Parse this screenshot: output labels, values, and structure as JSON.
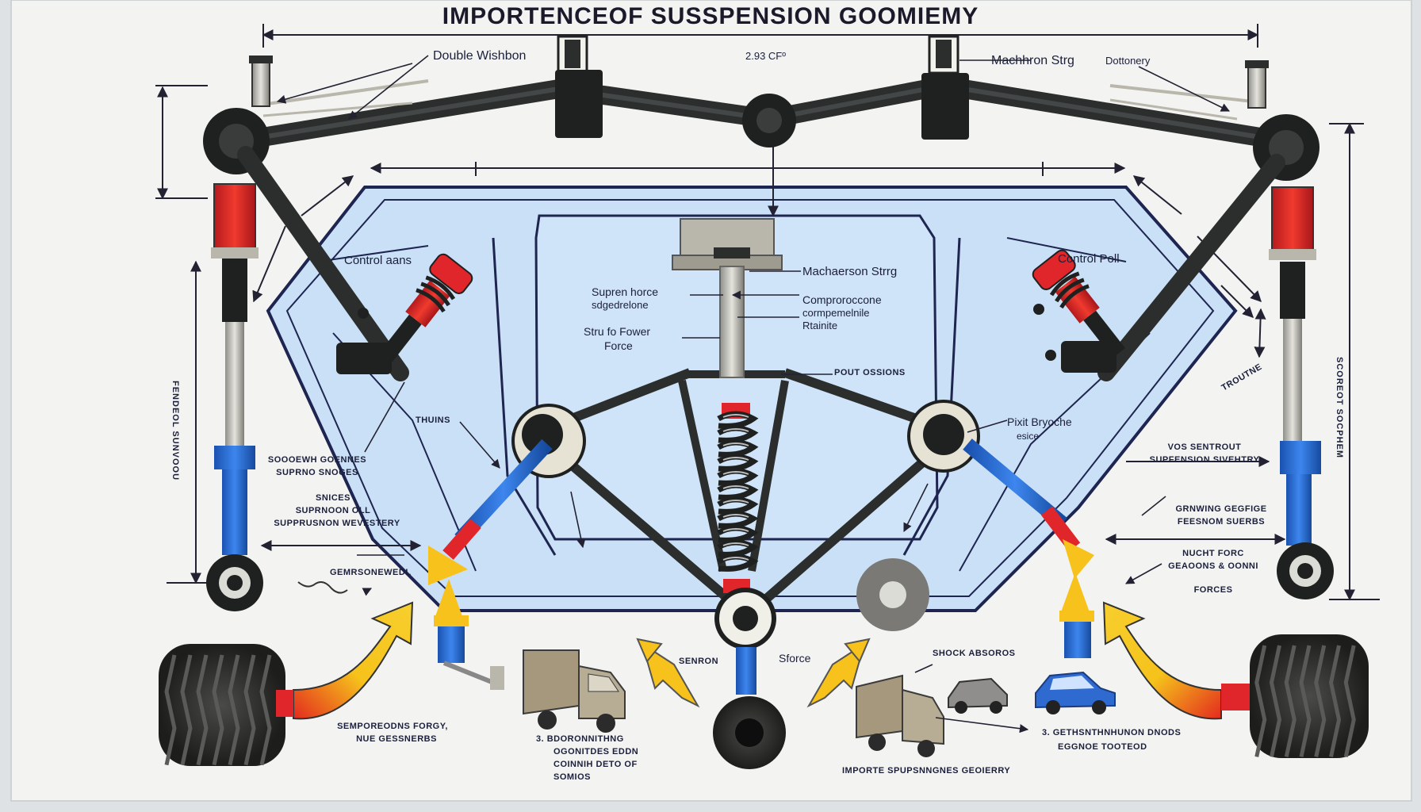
{
  "title": "IMPORTENCEOF  SUSSPENSION GOOMIEMY",
  "labels": {
    "double_wishbon": "Double Wishbon",
    "top_value": "2.93 CFº",
    "machhron_strg": "Machhron Strg",
    "dottonery": "Dottonery",
    "control_aans": "Control aans",
    "control_poll": "Control Poll",
    "machaerson_strrg": "Machaerson Strrg",
    "supren_horce": "Supren horce",
    "sdgedrelone": "sdgedrelone",
    "compropeone": "Comproroccone",
    "cormpemelnile": "cormpemelnile",
    "rtainite": "Rtainite",
    "stru_fo_fower": "Stru fo Fower",
    "force": "Force",
    "pout_ossions": "POUT OSSIONS",
    "thuins": "THUINS",
    "pixit_bryoche": "Pixit Bryoche",
    "esice": "esice",
    "soooewh_goennes": "SOOOEWH GOENNES",
    "suprno_snoges": "SUPRNO SNOGES",
    "snices": "SNICES",
    "suprnoon_oll": "SUPRNOON OLL",
    "supprusnon_wevestery": "SUPPRUSNON WEVESTERY",
    "gemrsonewedl": "GEMRSONEWEDL",
    "vos_sentrout": "VOS SENTROUT",
    "supfension_sivehtry": "SUPFENSION SIVEHTRY",
    "grnwing_gegfige": "GRNWING GEGFIGE",
    "feesnom_suerbs": "FEESNOM SUERBS",
    "nucht_forc": "NUCHT FORC",
    "geaoons_oonni": "GEAOONS & OONNI",
    "forces": "FORCES",
    "shock_absoros": "SHOCK ABSOROS",
    "senron": "SENRON",
    "sforce": "Sforce",
    "semporecidns_forgy": "SEMPOREODNS FORGY,",
    "nue_gessnerbs": "NUE GESSNERBS",
    "n3_line1": "3.  BDORONNITHNG",
    "n3_line2": "OGONITDES EDDN",
    "n3_line3": "COINNIH DETO OF",
    "n3_line4": "SOMIOS",
    "n3b_line1": "3.  GETHSNTHNHUNON DNODS",
    "n3b_line2": "EGGNOE TOOTEOD",
    "bottom_caption": "IMPORTE SPUPSNNGNES GEOIERRY",
    "left_vert": "FENDEOL SUNVOOU",
    "right_vert": "SCOREOT SOCPHEM",
    "right_tilt": "TROUTNE"
  },
  "colors": {
    "board": "#f3f4f2",
    "chassis_fill": "#c9e0f6",
    "chassis_line": "#1e2550",
    "arm": "#2b2e2c",
    "shock_red": "#e0262a",
    "shock_blue": "#2067d8",
    "arrow_yellow": "#f6c21b",
    "arrow_red": "#e63222",
    "metal": "#b9b6ab",
    "dim_line": "#222233"
  },
  "icons": [
    "wheel-icon",
    "truck-icon",
    "car-icon",
    "coil-spring-icon",
    "shock-absorber-icon",
    "curved-arrow-icon",
    "ball-joint-icon"
  ]
}
